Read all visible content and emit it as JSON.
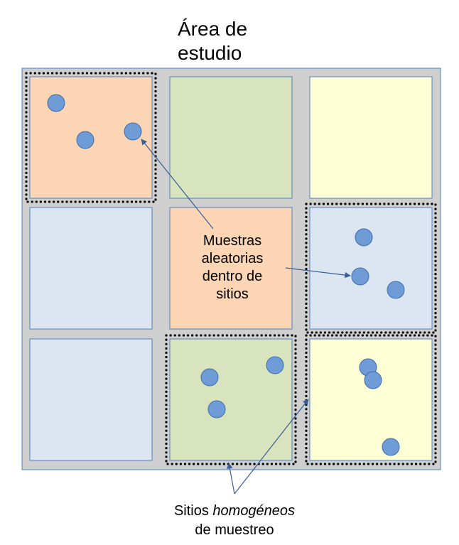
{
  "title": [
    "Área de",
    "estudio"
  ],
  "center_label": [
    "Muestras",
    "aleatorias",
    "dentro de",
    "sitios"
  ],
  "bottom_label": {
    "line1_prefix": "Sitios ",
    "line1_emphasis": "homogéneos",
    "line2": "de muestreo"
  },
  "colors": {
    "area_background": "#cfcfcf",
    "peach": "#fcd5b5",
    "green": "#d7e4bd",
    "yellow": "#ffffd5",
    "blue": "#dce6f2",
    "cell_border": "#4f81bd",
    "sample_fill": "#6f9bd6",
    "sample_stroke": "#3f6ea9",
    "arrow": "#3a5f95"
  },
  "grid": {
    "rows": 3,
    "cols": 3,
    "cells": [
      {
        "row": 0,
        "col": 0,
        "color": "peach",
        "selected": true,
        "samples": 3
      },
      {
        "row": 0,
        "col": 1,
        "color": "green",
        "selected": false,
        "samples": 0
      },
      {
        "row": 0,
        "col": 2,
        "color": "yellow",
        "selected": false,
        "samples": 0
      },
      {
        "row": 1,
        "col": 0,
        "color": "blue",
        "selected": false,
        "samples": 0
      },
      {
        "row": 1,
        "col": 1,
        "color": "peach",
        "selected": false,
        "samples": 0
      },
      {
        "row": 1,
        "col": 2,
        "color": "blue",
        "selected": true,
        "samples": 3
      },
      {
        "row": 2,
        "col": 0,
        "color": "blue",
        "selected": false,
        "samples": 0
      },
      {
        "row": 2,
        "col": 1,
        "color": "green",
        "selected": true,
        "samples": 3
      },
      {
        "row": 2,
        "col": 2,
        "color": "yellow",
        "selected": true,
        "samples": 3
      }
    ]
  }
}
